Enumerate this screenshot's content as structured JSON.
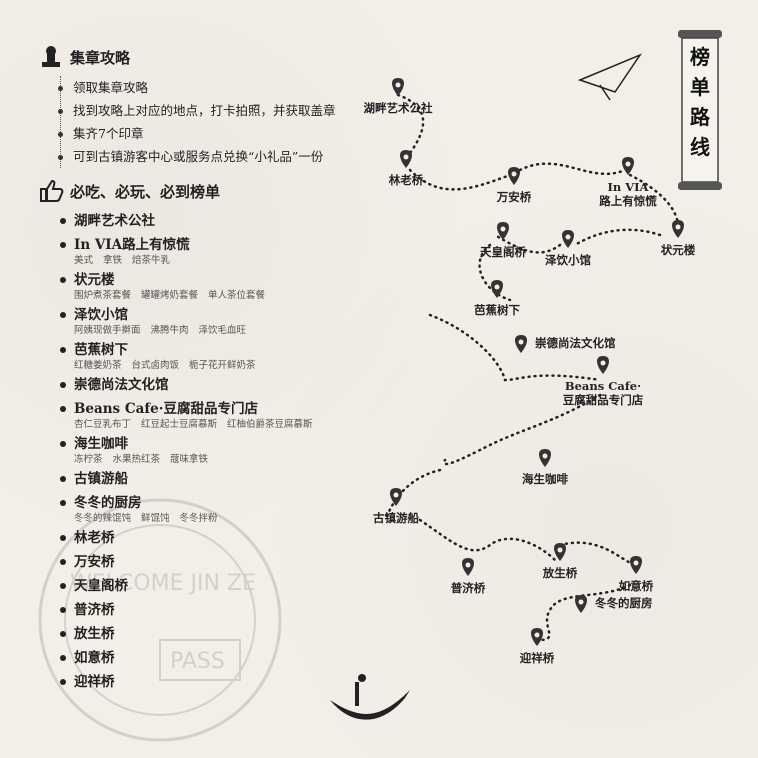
{
  "section1": {
    "title": "集章攻略",
    "tips": [
      "领取集章攻略",
      "找到攻略上对应的地点，打卡拍照，并获取盖章",
      "集齐7个印章",
      "可到古镇游客中心或服务点兑换“小礼品”一份"
    ]
  },
  "section2": {
    "title": "必吃、必玩、必到榜单",
    "items": [
      {
        "name": "湖畔艺术公社",
        "subs": []
      },
      {
        "name": "In VIA路上有惊慌",
        "subs": [
          "美式",
          "拿铁",
          "焙茶牛乳"
        ]
      },
      {
        "name": "状元楼",
        "subs": [
          "围炉煮茶套餐",
          "罐罐烤奶套餐",
          "单人茶位套餐"
        ]
      },
      {
        "name": "泽饮小馆",
        "subs": [
          "阿姨现做手擀面",
          "沸腾牛肉",
          "泽饮毛血旺"
        ]
      },
      {
        "name": "芭蕉树下",
        "subs": [
          "红糖姜奶茶",
          "台式卤肉饭",
          "栀子花开鲜奶茶"
        ]
      },
      {
        "name": "崇德尚法文化馆",
        "subs": []
      },
      {
        "name": "Beans Cafe·豆腐甜品专门店",
        "subs": [
          "杏仁豆乳布丁",
          "红豆起士豆腐慕斯",
          "红柚伯爵茶豆腐慕斯"
        ]
      },
      {
        "name": "海生咖啡",
        "subs": [
          "冻柠茶",
          "水果热红茶",
          "蔻味拿铁"
        ]
      },
      {
        "name": "古镇游船",
        "subs": []
      },
      {
        "name": "冬冬的厨房",
        "subs": [
          "冬冬的辣馄饨",
          "鲜馄饨",
          "冬冬拌粉"
        ]
      },
      {
        "name": "林老桥",
        "subs": []
      },
      {
        "name": "万安桥",
        "subs": []
      },
      {
        "name": "天皇阁桥",
        "subs": []
      },
      {
        "name": "普济桥",
        "subs": []
      },
      {
        "name": "放生桥",
        "subs": []
      },
      {
        "name": "如意桥",
        "subs": []
      },
      {
        "name": "迎祥桥",
        "subs": []
      }
    ]
  },
  "route": {
    "title": "榜单路线",
    "stops": [
      {
        "label": "湖畔艺术公社"
      },
      {
        "label": "林老桥"
      },
      {
        "label": "万安桥"
      },
      {
        "label": "In VIA",
        "label2": "路上有惊慌"
      },
      {
        "label": "状元楼"
      },
      {
        "label": "泽饮小馆"
      },
      {
        "label": "天皇阁桥"
      },
      {
        "label": "芭蕉树下"
      },
      {
        "label": "崇德尚法文化馆"
      },
      {
        "label": "Beans Cafe·",
        "label2": "豆腐甜品专门店"
      },
      {
        "label": "海生咖啡"
      },
      {
        "label": "古镇游船"
      },
      {
        "label": "普济桥"
      },
      {
        "label": "放生桥"
      },
      {
        "label": "如意桥"
      },
      {
        "label": "冬冬的厨房"
      },
      {
        "label": "迎祥桥"
      }
    ]
  },
  "stamp": {
    "text": "WELCOME JIN ZE",
    "pass": "PASS"
  },
  "colors": {
    "ink": "#222222",
    "paper": "#f3efe8"
  }
}
